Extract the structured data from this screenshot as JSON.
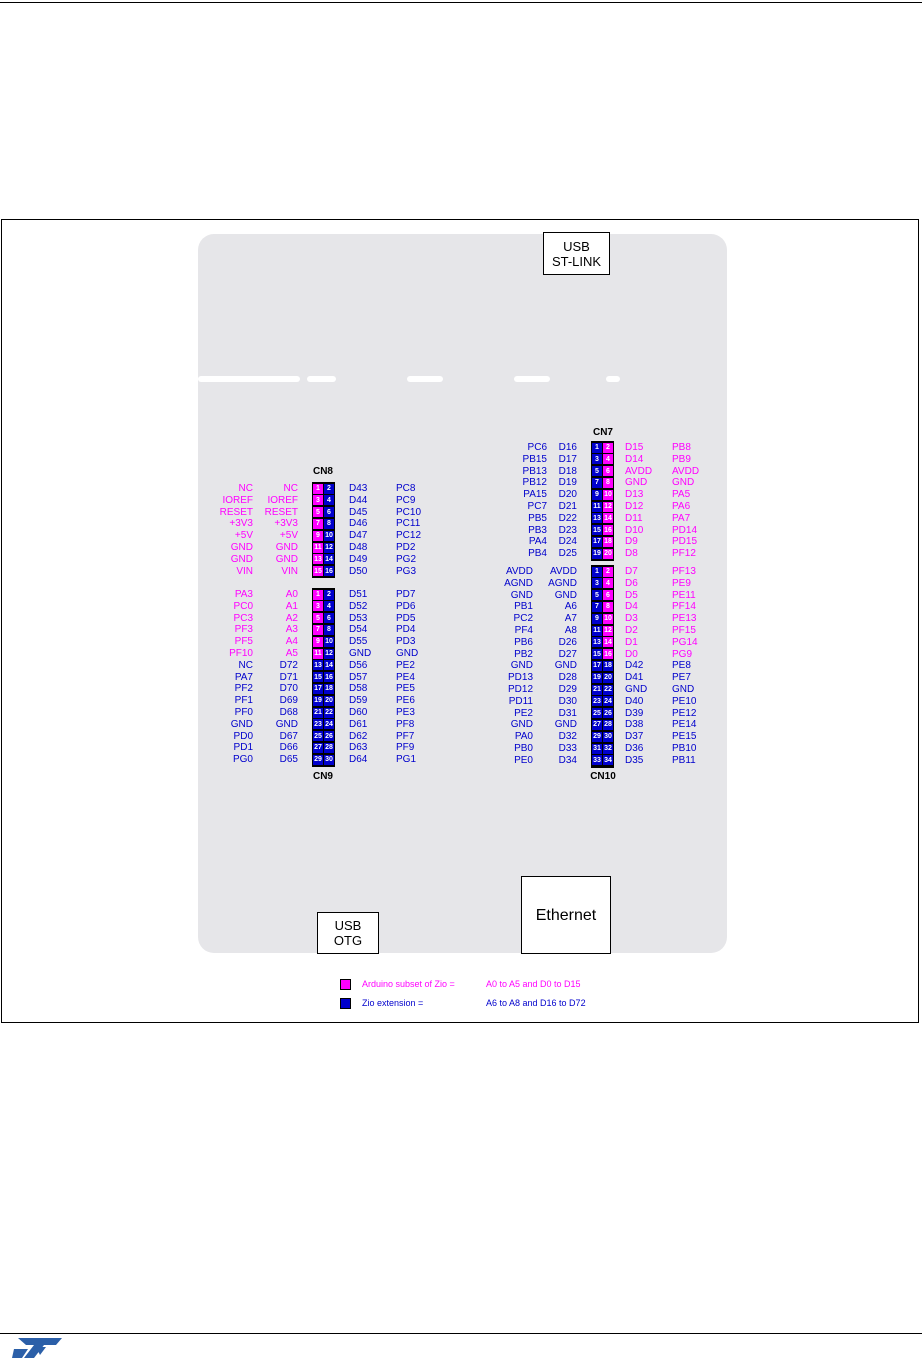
{
  "colors": {
    "arduino": "#ff00ff",
    "zio": "#0000cc",
    "board": "#e6e6e9"
  },
  "connectors": {
    "usb_stlink": [
      "USB",
      "ST-LINK"
    ],
    "usb_otg": [
      "USB",
      "OTG"
    ],
    "ethernet": "Ethernet",
    "cn7": "CN7",
    "cn8": "CN8",
    "cn9": "CN9",
    "cn10": "CN10"
  },
  "cn8": {
    "left_pins": [
      [
        "NC",
        "NC"
      ],
      [
        "IOREF",
        "IOREF"
      ],
      [
        "RESET",
        "RESET"
      ],
      [
        "+3V3",
        "+3V3"
      ],
      [
        "+5V",
        "+5V"
      ],
      [
        "GND",
        "GND"
      ],
      [
        "GND",
        "GND"
      ],
      [
        "VIN",
        "VIN"
      ]
    ],
    "right_pins": [
      [
        "D43",
        "PC8"
      ],
      [
        "D44",
        "PC9"
      ],
      [
        "D45",
        "PC10"
      ],
      [
        "D46",
        "PC11"
      ],
      [
        "D47",
        "PC12"
      ],
      [
        "D48",
        "PD2"
      ],
      [
        "D49",
        "PG2"
      ],
      [
        "D50",
        "PG3"
      ]
    ]
  },
  "cn9": {
    "left_pins": [
      [
        "PA3",
        "A0"
      ],
      [
        "PC0",
        "A1"
      ],
      [
        "PC3",
        "A2"
      ],
      [
        "PF3",
        "A3"
      ],
      [
        "PF5",
        "A4"
      ],
      [
        "PF10",
        "A5"
      ],
      [
        "NC",
        "D72"
      ],
      [
        "PA7",
        "D71"
      ],
      [
        "PF2",
        "D70"
      ],
      [
        "PF1",
        "D69"
      ],
      [
        "PF0",
        "D68"
      ],
      [
        "GND",
        "GND"
      ],
      [
        "PD0",
        "D67"
      ],
      [
        "PD1",
        "D66"
      ],
      [
        "PG0",
        "D65"
      ]
    ],
    "right_pins": [
      [
        "D51",
        "PD7"
      ],
      [
        "D52",
        "PD6"
      ],
      [
        "D53",
        "PD5"
      ],
      [
        "D54",
        "PD4"
      ],
      [
        "D55",
        "PD3"
      ],
      [
        "GND",
        "GND"
      ],
      [
        "D56",
        "PE2"
      ],
      [
        "D57",
        "PE4"
      ],
      [
        "D58",
        "PE5"
      ],
      [
        "D59",
        "PE6"
      ],
      [
        "D60",
        "PE3"
      ],
      [
        "D61",
        "PF8"
      ],
      [
        "D62",
        "PF7"
      ],
      [
        "D63",
        "PF9"
      ],
      [
        "D64",
        "PG1"
      ]
    ]
  },
  "cn7": {
    "left_pins": [
      [
        "PC6",
        "D16"
      ],
      [
        "PB15",
        "D17"
      ],
      [
        "PB13",
        "D18"
      ],
      [
        "PB12",
        "D19"
      ],
      [
        "PA15",
        "D20"
      ],
      [
        "PC7",
        "D21"
      ],
      [
        "PB5",
        "D22"
      ],
      [
        "PB3",
        "D23"
      ],
      [
        "PA4",
        "D24"
      ],
      [
        "PB4",
        "D25"
      ]
    ],
    "right_pins": [
      [
        "D15",
        "PB8"
      ],
      [
        "D14",
        "PB9"
      ],
      [
        "AVDD",
        "AVDD"
      ],
      [
        "GND",
        "GND"
      ],
      [
        "D13",
        "PA5"
      ],
      [
        "D12",
        "PA6"
      ],
      [
        "D11",
        "PA7"
      ],
      [
        "D10",
        "PD14"
      ],
      [
        "D9",
        "PD15"
      ],
      [
        "D8",
        "PF12"
      ]
    ]
  },
  "cn10": {
    "left_pins": [
      [
        "AVDD",
        "AVDD"
      ],
      [
        "AGND",
        "AGND"
      ],
      [
        "GND",
        "GND"
      ],
      [
        "PB1",
        "A6"
      ],
      [
        "PC2",
        "A7"
      ],
      [
        "PF4",
        "A8"
      ],
      [
        "PB6",
        "D26"
      ],
      [
        "PB2",
        "D27"
      ],
      [
        "GND",
        "GND"
      ],
      [
        "PD13",
        "D28"
      ],
      [
        "PD12",
        "D29"
      ],
      [
        "PD11",
        "D30"
      ],
      [
        "PE2",
        "D31"
      ],
      [
        "GND",
        "GND"
      ],
      [
        "PA0",
        "D32"
      ],
      [
        "PB0",
        "D33"
      ],
      [
        "PE0",
        "D34"
      ]
    ],
    "right_pins": [
      [
        "D7",
        "PF13"
      ],
      [
        "D6",
        "PE9"
      ],
      [
        "D5",
        "PE11"
      ],
      [
        "D4",
        "PF14"
      ],
      [
        "D3",
        "PE13"
      ],
      [
        "D2",
        "PF15"
      ],
      [
        "D1",
        "PG14"
      ],
      [
        "D0",
        "PG9"
      ],
      [
        "D42",
        "PE8"
      ],
      [
        "D41",
        "PE7"
      ],
      [
        "GND",
        "GND"
      ],
      [
        "D40",
        "PE10"
      ],
      [
        "D39",
        "PE12"
      ],
      [
        "D38",
        "PE14"
      ],
      [
        "D37",
        "PE15"
      ],
      [
        "D36",
        "PB10"
      ],
      [
        "D35",
        "PB11"
      ]
    ]
  },
  "legend": {
    "arduino_label": "Arduino subset of Zio =",
    "arduino_range": "A0 to A5 and D0 to D15",
    "zio_label": "Zio extension =",
    "zio_range": "A6 to A8 and D16 to D72"
  },
  "footer": {
    "logo_icon": "st-logo-icon"
  }
}
